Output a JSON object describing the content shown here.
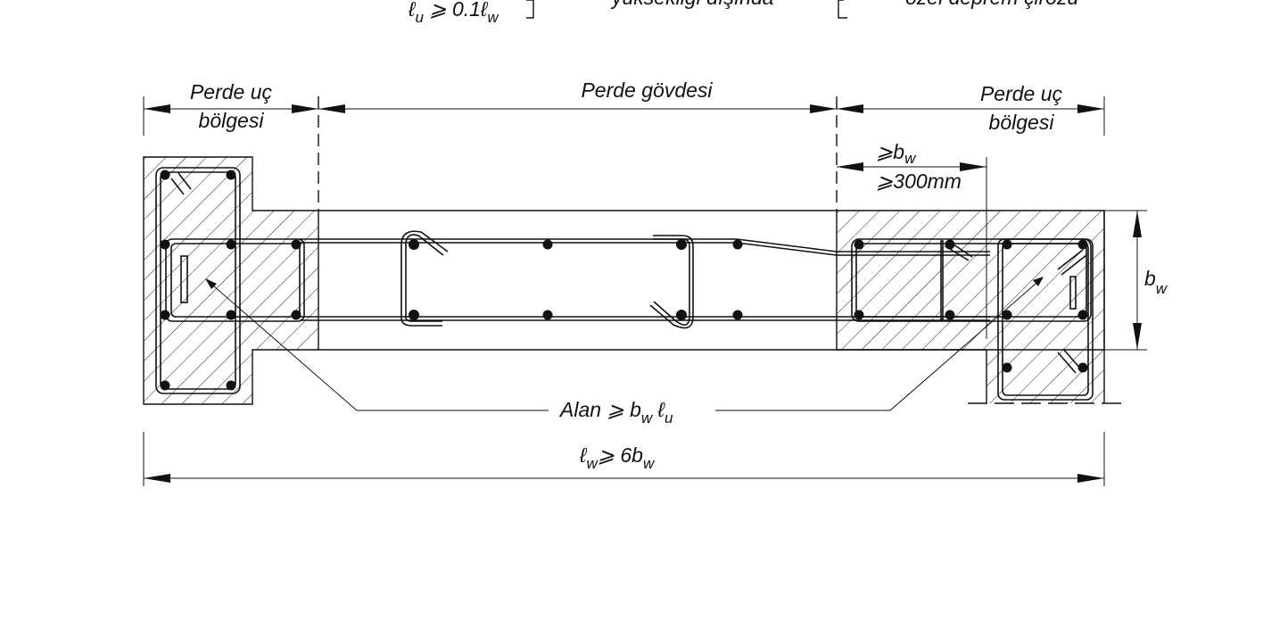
{
  "top_labels": {
    "left": "ℓ",
    "left_sub": "u",
    "left_rest": " ⩾ 0.1ℓ",
    "left_sub2": "w",
    "middle": "yüksekliği dışında",
    "right": "özel deprem çirozu"
  },
  "dims": {
    "left_zone": [
      "Perde uç",
      "bölgesi"
    ],
    "web": "Perde gövdesi",
    "right_zone": [
      "Perde uç",
      "bölgesi"
    ],
    "min_bw": "⩾b",
    "min_bw_sub": "w",
    "min_300": "⩾300mm",
    "bw": "b",
    "bw_sub": "w",
    "lw": "ℓ",
    "lw_sub": "w",
    "lw_rest": "⩾ 6b",
    "lw_sub2": "w"
  },
  "area_label": {
    "main": "Alan ⩾ b",
    "sub1": "w",
    "mid": " ℓ",
    "sub2": "u"
  }
}
